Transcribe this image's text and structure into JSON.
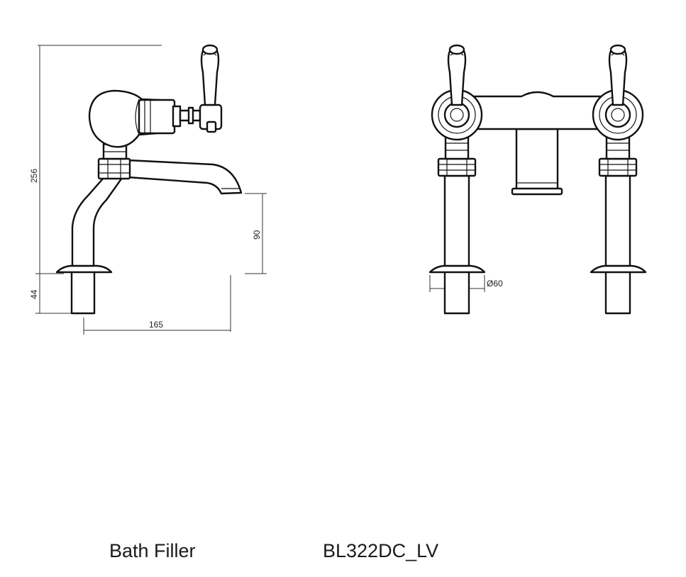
{
  "dimensions": {
    "height_total": "256",
    "height_base": "44",
    "spout_reach": "165",
    "spout_height": "90",
    "base_diameter": "Ø60"
  },
  "captions": {
    "product_name": "Bath Filler",
    "product_code": "BL322DC_LV"
  }
}
